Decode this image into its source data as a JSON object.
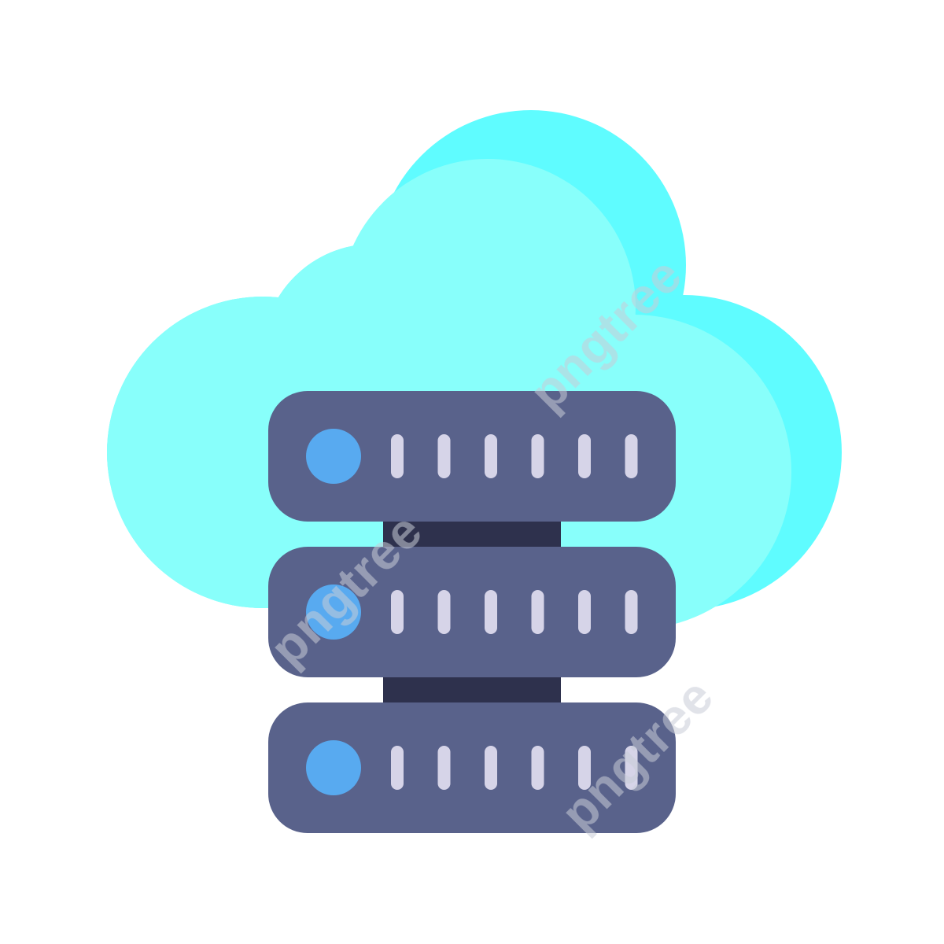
{
  "illustration": {
    "subject": "cloud-server-icon",
    "icons": [
      "cloud-icon",
      "server-rack-icon",
      "server-unit-icon",
      "status-led-icon",
      "drive-slot-icon"
    ],
    "colors": {
      "background": "#ffffff",
      "cloud_outer": "#5ffcff",
      "cloud_inner": "#88fffb",
      "server_body": "#59628b",
      "server_connector": "#2e314d",
      "status_led": "#58aaf0",
      "drive_slot": "#d6d4e8"
    },
    "server_units": 3,
    "slots_per_unit": 6
  },
  "watermark": {
    "text": "pngtree",
    "color": "#c8ccd8"
  }
}
